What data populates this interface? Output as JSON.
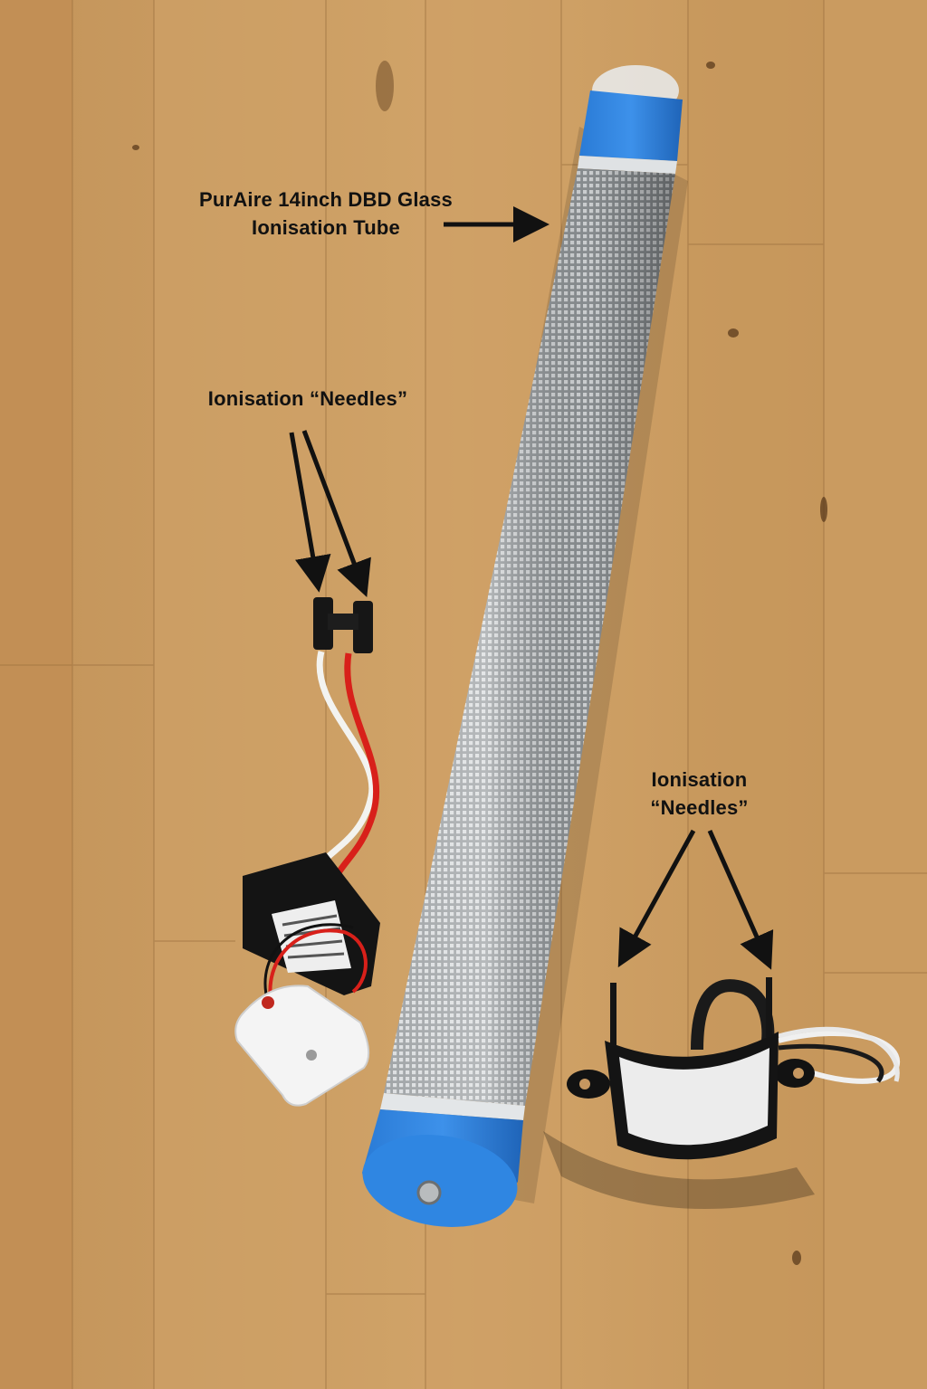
{
  "labels": {
    "tube": {
      "line1": "PurAire 14inch DBD Glass",
      "line2": "Ionisation Tube"
    },
    "needles_left": {
      "line1": "Ionisation “Needles”"
    },
    "needles_right": {
      "line1": "Ionisation",
      "line2": "“Needles”"
    }
  },
  "colors": {
    "wood": "#c89a5e",
    "tube_cap": "#2d80d8",
    "mesh": "#a9acae",
    "wire_red": "#d8201a",
    "wire_white": "#f3f3f0",
    "arrow": "#111111"
  }
}
